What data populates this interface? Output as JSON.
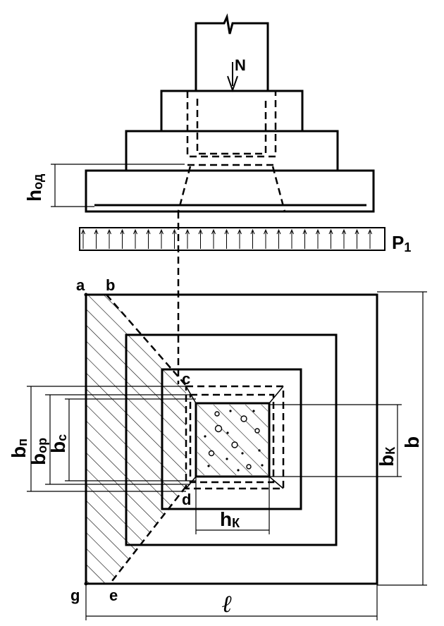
{
  "labels": {
    "force": "N",
    "step_height_main": "h",
    "step_height_sub": "од",
    "pressure_main": "P",
    "pressure_sub": "1",
    "point_a": "a",
    "point_b": "b",
    "point_c": "c",
    "point_d": "d",
    "point_e": "e",
    "point_g": "g",
    "bn_main": "b",
    "bn_sub": "п",
    "bop_main": "b",
    "bop_sub": "ор",
    "bc_main": "b",
    "bc_sub": "с",
    "bk_main": "b",
    "bk_sub": "К",
    "b_total": "b",
    "hk_main": "h",
    "hk_sub": "К",
    "length": "ℓ"
  },
  "colors": {
    "ink": "#000000",
    "background": "#ffffff"
  }
}
